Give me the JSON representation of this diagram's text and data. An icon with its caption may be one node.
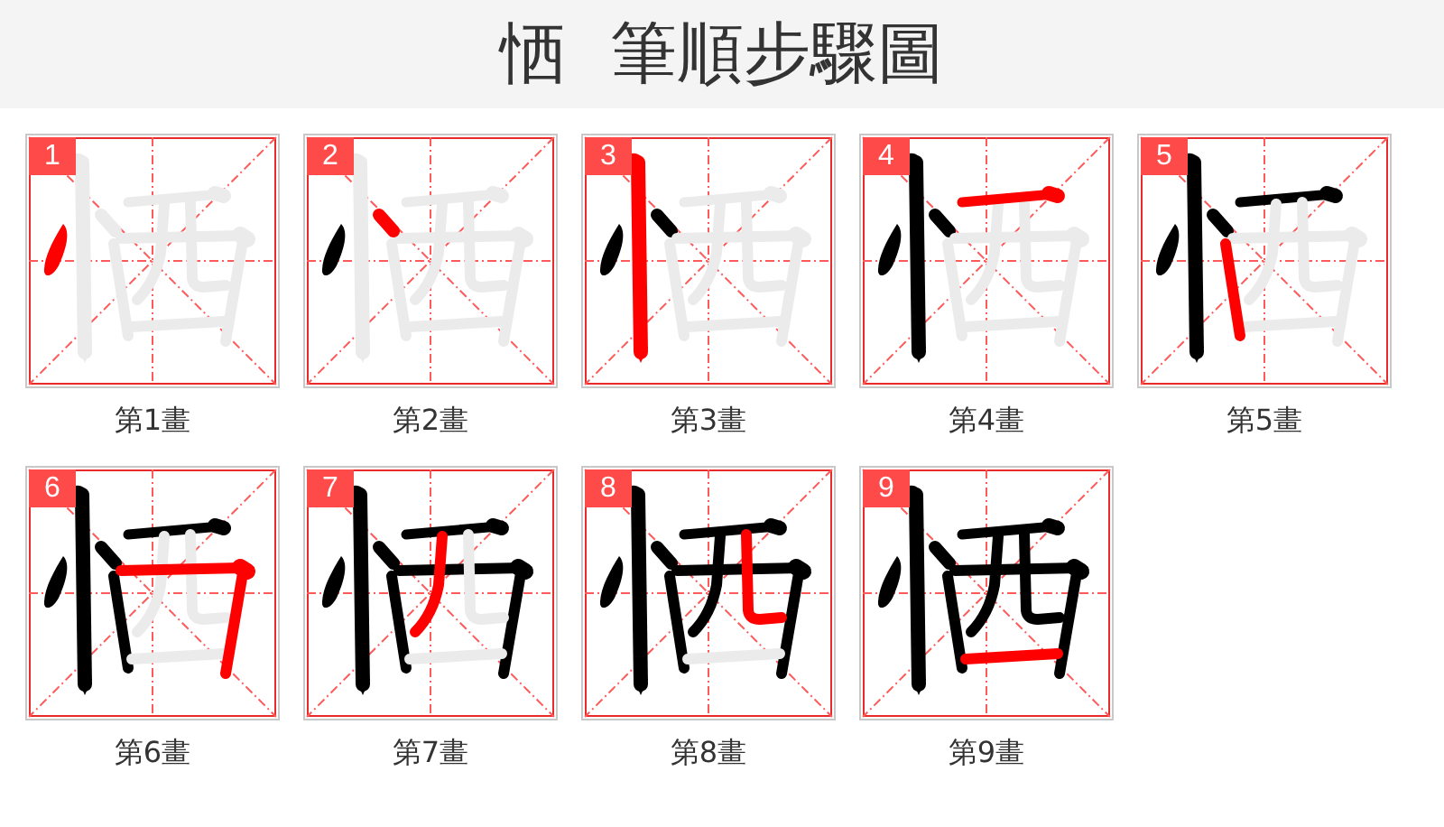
{
  "diagram": {
    "title": "恓 筆順步驟圖",
    "nodes": [
      {
        "text": [
          "1"
        ],
        "beside": [
          "第1畫"
        ]
      },
      {
        "text": [
          "2"
        ],
        "beside": [
          "第2畫"
        ]
      },
      {
        "text": [
          "3"
        ],
        "beside": [
          "第3畫"
        ]
      },
      {
        "text": [
          "4"
        ],
        "beside": [
          "第4畫"
        ]
      },
      {
        "text": [
          "5"
        ],
        "beside": [
          "第5畫"
        ]
      },
      {
        "text": [
          "6"
        ],
        "beside": [
          "第6畫"
        ]
      },
      {
        "text": [
          "7"
        ],
        "beside": [
          "第7畫"
        ]
      },
      {
        "text": [
          "8"
        ],
        "beside": [
          "第8畫"
        ]
      },
      {
        "text": [
          "9"
        ],
        "beside": [
          "第9畫"
        ]
      }
    ]
  }
}
